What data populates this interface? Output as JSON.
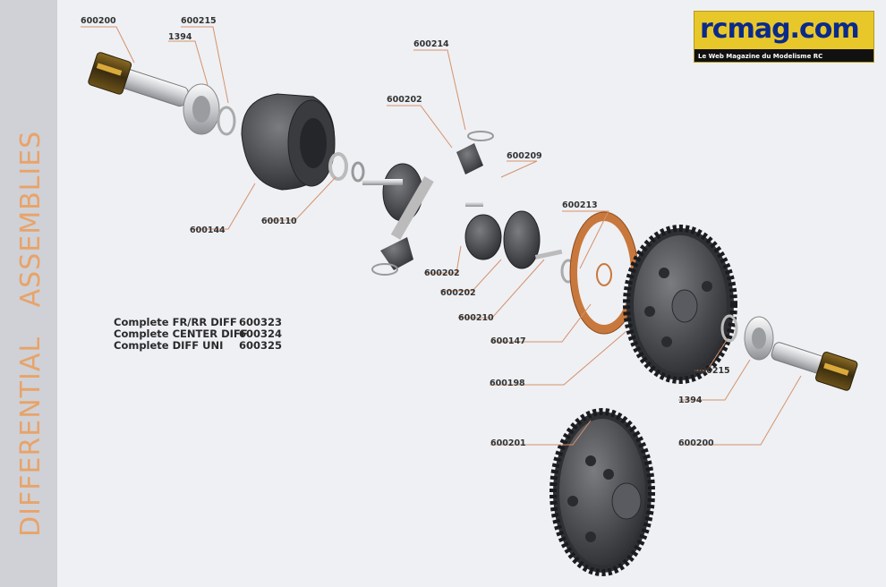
{
  "side_title": {
    "word1": "DIFFERENTIAL",
    "word2": "ASSEMBLIES"
  },
  "colors": {
    "title": "#e8a36a",
    "sidebar": "#cfd1d6",
    "leader": "#d6926a",
    "part_dark": "#4a4b4f",
    "gasket": "#c9783d",
    "logo_bg": "#e8c72a"
  },
  "logo": {
    "text": "rcmag.com",
    "tagline": "Le Web Magazine du Modelisme RC"
  },
  "complete_sets": [
    {
      "name": "Complete FR/RR DIFF",
      "number": "600323"
    },
    {
      "name": "Complete CENTER DIFF",
      "number": "600324"
    },
    {
      "name": "Complete DIFF UNI",
      "number": "600325"
    }
  ],
  "callouts": {
    "c1": "600200",
    "c2": "600215",
    "c3": "1394",
    "c4": "600214",
    "c5": "600202",
    "c6": "600209",
    "c7": "600144",
    "c8": "600110",
    "c9": "600213",
    "c10": "600202",
    "c11": "600202",
    "c12": "600210",
    "c13": "600147",
    "c14": "600215",
    "c15": "600198",
    "c16": "1394",
    "c17": "600201",
    "c18": "600200"
  },
  "parts": [
    {
      "id": "outdrive-left",
      "icon": "outdrive-cup-icon"
    },
    {
      "id": "bearing-left",
      "icon": "bearing-icon"
    },
    {
      "id": "diff-case",
      "icon": "diff-case-icon"
    },
    {
      "id": "bevel-gears",
      "icon": "bevel-gear-icon"
    },
    {
      "id": "gasket",
      "icon": "gasket-icon"
    },
    {
      "id": "spur-gear",
      "icon": "spur-gear-icon"
    },
    {
      "id": "ring-gear",
      "icon": "ring-gear-icon"
    },
    {
      "id": "outdrive-right",
      "icon": "outdrive-cup-icon"
    }
  ]
}
